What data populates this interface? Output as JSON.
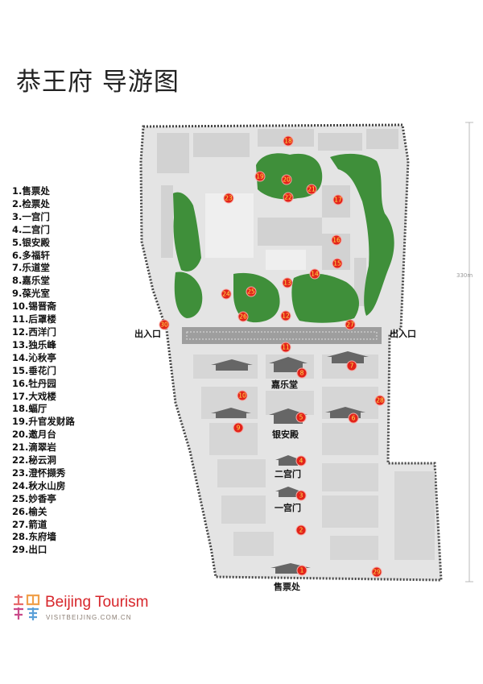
{
  "title": "恭王府 导游图",
  "legend": [
    "1.售票处",
    "2.检票处",
    "3.一宫门",
    "4.二宫门",
    "5.银安殿",
    "6.多福轩",
    "7.乐道堂",
    "8.嘉乐堂",
    "9.葆光室",
    "10.锡晋斋",
    "11.后罩楼",
    "12.西洋门",
    "13.独乐峰",
    "14.沁秋亭",
    "15.垂花门",
    "16.牡丹园",
    "17.大戏楼",
    "18.蝠厅",
    "19.升官发财路",
    "20.邀月台",
    "21.滴翠岩",
    "22.秘云洞",
    "23.澄怀撷秀",
    "24.秋水山房",
    "25.妙香亭",
    "26.榆关",
    "27.箭道",
    "28.东府墙",
    "29.出口"
  ],
  "map_labels": {
    "entrance_west": "出入口",
    "entrance_east": "出入口",
    "jialetang": "嘉乐堂",
    "yinandian": "银安殿",
    "ergongmen": "二宫门",
    "yigongmen": "一宫门",
    "shoupiaochu": "售票处"
  },
  "markers": [
    "1",
    "2",
    "3",
    "4",
    "5",
    "6",
    "7",
    "8",
    "9",
    "10",
    "11",
    "12",
    "13",
    "14",
    "15",
    "16",
    "17",
    "18",
    "19",
    "20",
    "21",
    "22",
    "23",
    "24",
    "25",
    "26",
    "27",
    "28",
    "29",
    "30"
  ],
  "scale_label": "330m",
  "branding": {
    "name": "Beijing Tourism",
    "url": "VISITBEIJING.COM.CN"
  },
  "colors": {
    "marker": "#e2231a",
    "marker_text": "#ffe14a",
    "building": "#d4d4d4",
    "garden": "#3f8f3a",
    "brand": "#d7262b"
  }
}
